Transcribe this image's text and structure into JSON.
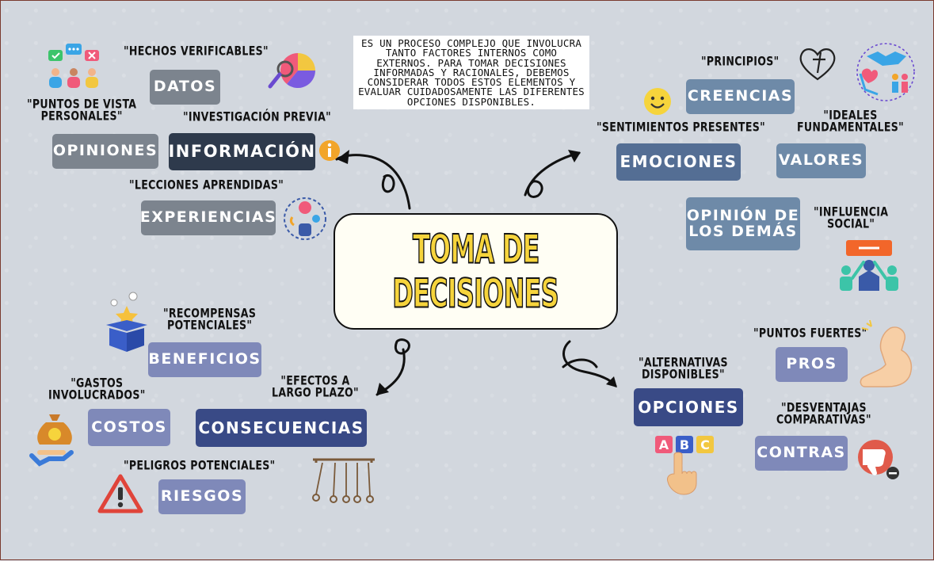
{
  "title": {
    "line1": "TOMA DE",
    "line2": "DECISIONES"
  },
  "description": "ES UN PROCESO COMPLEJO QUE INVOLUCRA TANTO FACTORES INTERNOS COMO EXTERNOS. PARA TOMAR DECISIONES INFORMADAS Y RACIONALES, DEBEMOS CONSIDERAR TODOS ESTOS ELEMENTOS Y EVALUAR CUIDADOSAMENTE LAS DIFERENTES OPCIONES DISPONIBLES.",
  "nodes": {
    "informacion": "INFORMACIÓN",
    "datos": "DATOS",
    "opiniones": "OPINIONES",
    "experiencias": "EXPERIENCIAS",
    "emociones": "EMOCIONES",
    "creencias": "CREENCIAS",
    "valores": "VALORES",
    "opinion_demas_1": "OPINIÓN DE",
    "opinion_demas_2": "LOS DEMÁS",
    "consecuencias": "CONSECUENCIAS",
    "beneficios": "BENEFICIOS",
    "costos": "COSTOS",
    "riesgos": "RIESGOS",
    "opciones": "OPCIONES",
    "pros": "PROS",
    "contras": "CONTRAS"
  },
  "captions": {
    "hechos": "\"HECHOS VERIFICABLES\"",
    "puntos_vista_1": "\"PUNTOS DE VISTA",
    "puntos_vista_2": "PERSONALES\"",
    "investigacion": "\"INVESTIGACIÓN PREVIA\"",
    "lecciones": "\"LECCIONES APRENDIDAS\"",
    "principios": "\"PRINCIPIOS\"",
    "sentimientos": "\"SENTIMIENTOS PRESENTES\"",
    "ideales_1": "\"IDEALES",
    "ideales_2": "FUNDAMENTALES\"",
    "influencia_1": "\"INFLUENCIA",
    "influencia_2": "SOCIAL\"",
    "recompensas_1": "\"RECOMPENSAS",
    "recompensas_2": "POTENCIALES\"",
    "gastos_1": "\"GASTOS",
    "gastos_2": "INVOLUCRADOS\"",
    "efectos_1": "\"EFECTOS A",
    "efectos_2": "LARGO PLAZO\"",
    "peligros": "\"PELIGROS POTENCIALES\"",
    "alternativas_1": "\"ALTERNATIVAS",
    "alternativas_2": "DISPONIBLES\"",
    "puntos_fuertes": "\"PUNTOS FUERTES\"",
    "desventajas_1": "\"DESVENTAJAS",
    "desventajas_2": "COMPARATIVAS\""
  },
  "icons": {
    "abc_a": "A",
    "abc_b": "B",
    "abc_c": "C"
  },
  "colors": {
    "title_fill": "#f6d43c",
    "grey_box": "#7c848e",
    "dark_box": "#2e3a4c",
    "blue_box": "#6e8aa8",
    "violet_box": "#7f89b9",
    "navy_box": "#394a86"
  }
}
